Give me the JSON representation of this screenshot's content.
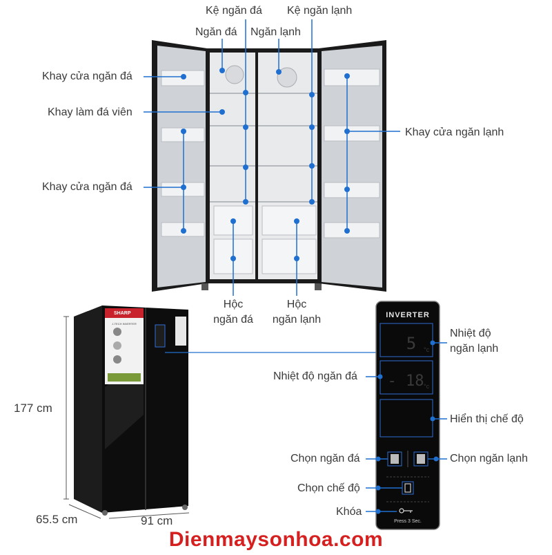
{
  "top_labels": {
    "ke_ngan_da": "Kệ ngăn đá",
    "ke_ngan_lanh": "Kệ ngăn lạnh",
    "ngan_da": "Ngăn đá",
    "ngan_lanh": "Ngăn lạnh",
    "khay_cua_ngan_da_1": "Khay cửa ngăn đá",
    "khay_lam_da_vien": "Khay làm đá viên",
    "khay_cua_ngan_da_2": "Khay cửa ngăn đá",
    "khay_cua_ngan_lanh": "Khay cửa ngăn lạnh",
    "hoc_ngan_da_1": "Hộc",
    "hoc_ngan_da_2": "ngăn đá",
    "hoc_ngan_lanh_1": "Hộc",
    "hoc_ngan_lanh_2": "ngăn lạnh"
  },
  "dimensions": {
    "height": "177 cm",
    "depth": "65.5 cm",
    "width": "91 cm"
  },
  "panel": {
    "brand": "INVERTER",
    "fridge_temp_value": "5",
    "fridge_temp_unit": "°c",
    "freezer_temp_value": "- 18",
    "freezer_temp_unit": "°c",
    "press_hint": "Press 3 Sec.",
    "labels": {
      "nhiet_do_ngan_lanh_1": "Nhiệt độ",
      "nhiet_do_ngan_lanh_2": "ngăn lạnh",
      "nhiet_do_ngan_da": "Nhiệt độ ngăn đá",
      "hien_thi_che_do": "Hiển thị chế độ",
      "chon_ngan_da": "Chọn ngăn đá",
      "chon_ngan_lanh": "Chọn ngăn lạnh",
      "chon_che_do": "Chọn chế độ",
      "khoa": "Khóa"
    }
  },
  "fridge_front": {
    "brand": "SHARP",
    "tag_line": "J-TECH INVERTER"
  },
  "watermark": "Dienmaysonhoa.com",
  "colors": {
    "callout": "#1f6fd0",
    "panel_frame": "#2e6dd6",
    "watermark": "#d62020",
    "fridge_body": "#0d0d0d",
    "interior": "#e9eaec"
  }
}
